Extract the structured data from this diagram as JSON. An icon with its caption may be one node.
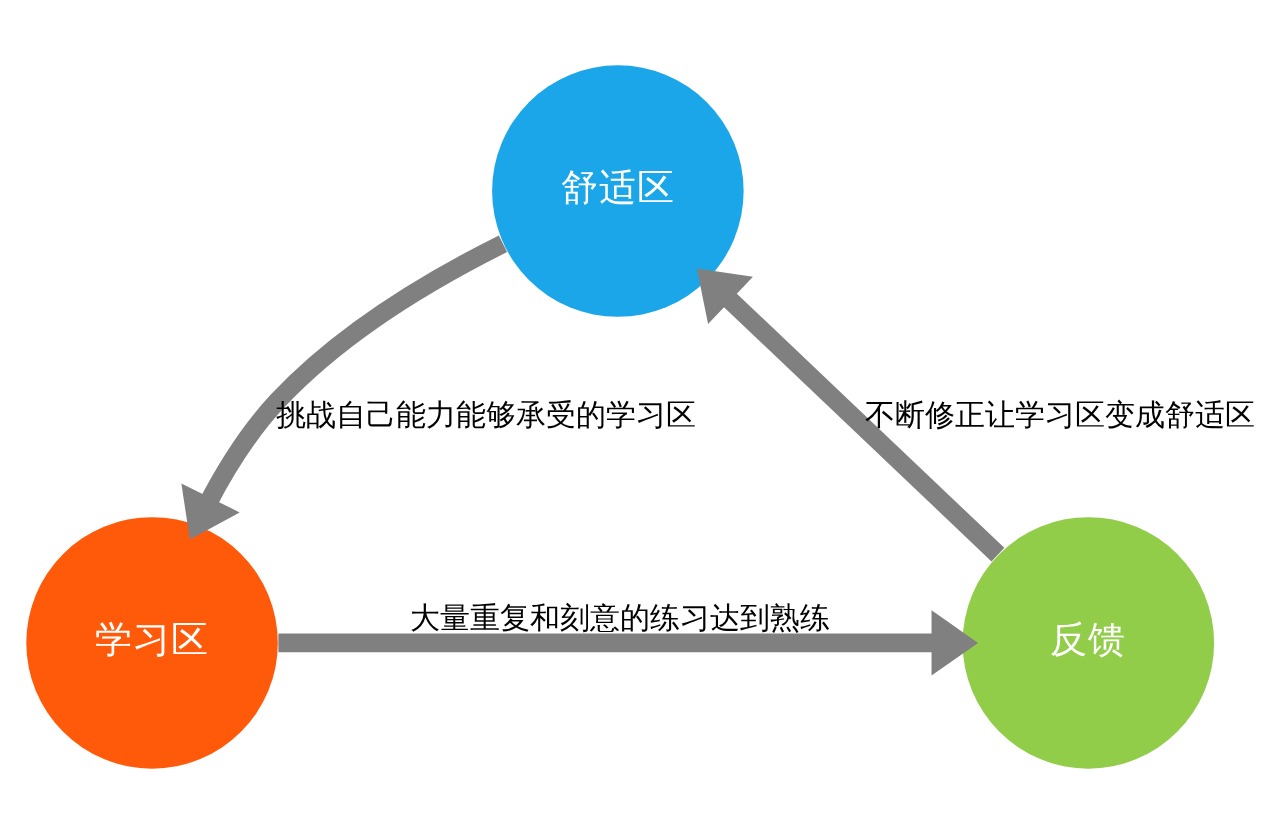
{
  "diagram": {
    "nodes": [
      {
        "text": [
          "舒适区"
        ]
      },
      {
        "text": [
          "学习区"
        ]
      },
      {
        "text": [
          "反馈"
        ]
      }
    ],
    "edges": [
      {
        "from": 0,
        "to": 1,
        "arrow": "to",
        "label": "挑战自己能力能够承受的学习区"
      },
      {
        "from": 1,
        "to": 2,
        "arrow": "to",
        "label": "大量重复和刻意的练习达到熟练"
      },
      {
        "from": 2,
        "to": 0,
        "arrow": "to",
        "label": "不断修正让学习区变成舒适区"
      }
    ]
  }
}
